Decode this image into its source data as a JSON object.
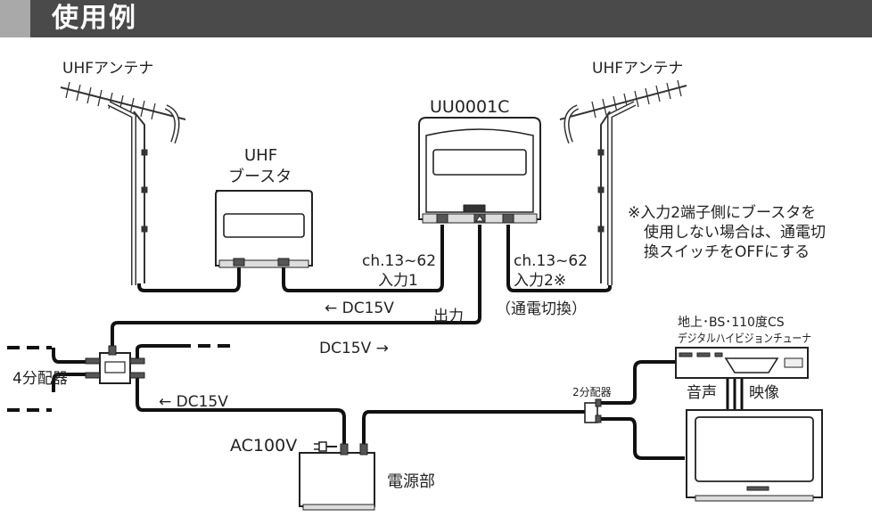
{
  "header": {
    "title": "使用例"
  },
  "labels": {
    "antenna_left": "UHFアンテナ",
    "antenna_right": "UHFアンテナ",
    "booster_line1": "UHF",
    "booster_line2": "ブースタ",
    "model": "UU0001C",
    "input1_ch": "ch.13~62",
    "input1": "入力1",
    "input2_ch": "ch.13~62",
    "input2": "入力2※",
    "power_switch": "（通電切換）",
    "note_line1": "※入力2端子側にブースタを",
    "note_line2": "使用しない場合は、通電切",
    "note_line3": "換スイッチをOFFにする",
    "dc_left": "← DC15V",
    "output": "出力",
    "dc_right": "DC15V →",
    "splitter4": "4分配器",
    "dc_lower": "← DC15V",
    "splitter2": "2分配器",
    "tuner_line1": "地上･BS･110度CS",
    "tuner_line2": "デジタルハイビジョンチューナ",
    "audio": "音声",
    "video": "映像",
    "ac": "AC100V",
    "power_unit": "電源部"
  }
}
